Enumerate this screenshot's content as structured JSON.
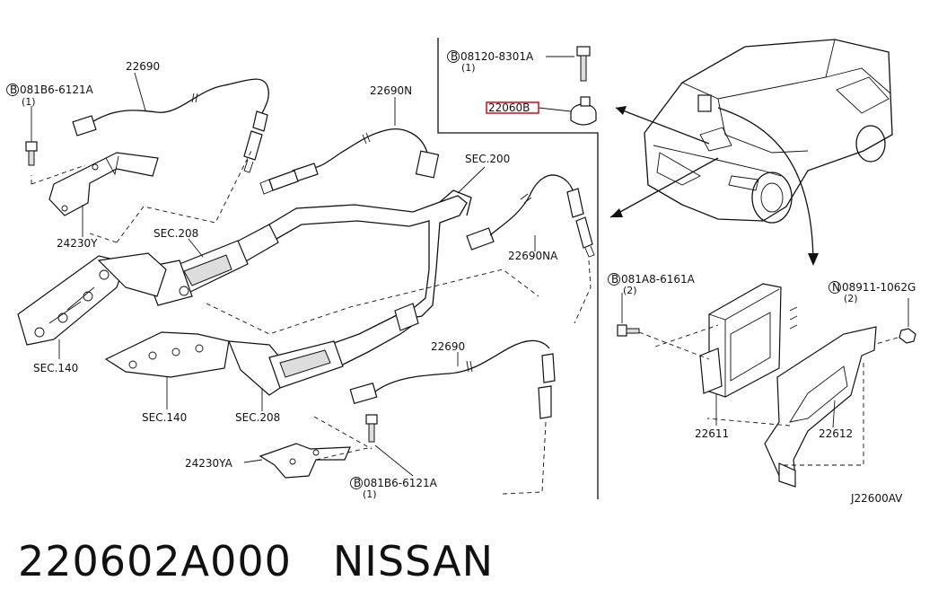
{
  "labels": {
    "bolt_left_top": "081B6-6121A",
    "bolt_left_top_qty": "(1)",
    "sensor_left_top": "22690",
    "sensor_top_mid": "22690N",
    "sec200": "SEC.200",
    "sec208_upper": "SEC.208",
    "bracket_left": "24230Y",
    "sensor_right_mid": "22690NA",
    "sec140_left": "SEC.140",
    "sec140_mid": "SEC.140",
    "sec208_lower": "SEC.208",
    "sensor_bottom": "22690",
    "bracket_bottom": "24230YA",
    "bolt_bottom": "081B6-6121A",
    "bolt_bottom_qty": "(1)",
    "bolt_inset": "08120-8301A",
    "bolt_inset_qty": "(1)",
    "knock_sensor": "22060B",
    "bolt_ecm": "081A8-6161A",
    "bolt_ecm_qty": "(2)",
    "ecm": "22611",
    "nut_ecm": "08911-1062G",
    "nut_ecm_qty": "(2)",
    "ecm_bracket": "22612",
    "diagram_code": "J22600AV"
  },
  "markers": {
    "bolt": "B",
    "nut": "N"
  },
  "highlight_color": "#e0141e",
  "footer": {
    "part_number": "220602A000",
    "brand": "NISSAN"
  }
}
